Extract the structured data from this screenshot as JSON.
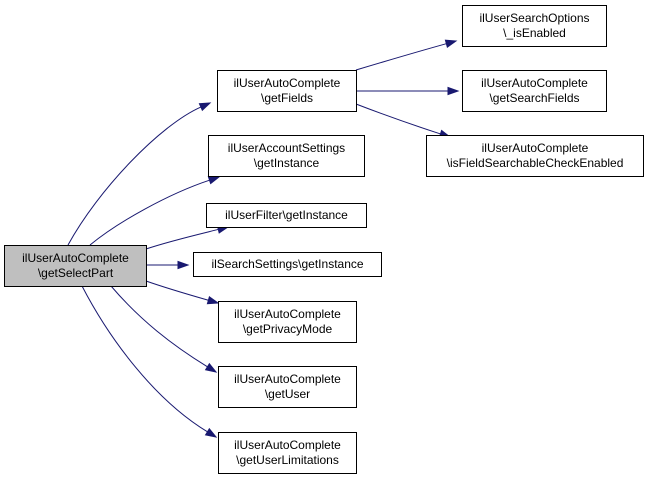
{
  "graph": {
    "colors": {
      "edge": "#191970",
      "root_fill": "#bfbfbf",
      "node_fill": "#ffffff",
      "border": "#000000"
    },
    "nodes": [
      {
        "id": "root",
        "lines": [
          "ilUserAutoComplete",
          "\\getSelectPart"
        ],
        "root": true
      },
      {
        "id": "getFields",
        "lines": [
          "ilUserAutoComplete",
          "\\getFields"
        ]
      },
      {
        "id": "accountSettings",
        "lines": [
          "ilUserAccountSettings",
          "\\getInstance"
        ]
      },
      {
        "id": "userFilter",
        "lines": [
          "ilUserFilter\\getInstance"
        ]
      },
      {
        "id": "searchSettings",
        "lines": [
          "ilSearchSettings\\getInstance"
        ]
      },
      {
        "id": "privacyMode",
        "lines": [
          "ilUserAutoComplete",
          "\\getPrivacyMode"
        ]
      },
      {
        "id": "getUser",
        "lines": [
          "ilUserAutoComplete",
          "\\getUser"
        ]
      },
      {
        "id": "userLimitations",
        "lines": [
          "ilUserAutoComplete",
          "\\getUserLimitations"
        ]
      },
      {
        "id": "searchOptions",
        "lines": [
          "ilUserSearchOptions",
          "\\_isEnabled"
        ]
      },
      {
        "id": "searchFields",
        "lines": [
          "ilUserAutoComplete",
          "\\getSearchFields"
        ]
      },
      {
        "id": "fieldSearchable",
        "lines": [
          "ilUserAutoComplete",
          "\\isFieldSearchableCheckEnabled"
        ]
      }
    ],
    "edges": [
      {
        "from": "root",
        "to": "getFields"
      },
      {
        "from": "root",
        "to": "accountSettings"
      },
      {
        "from": "root",
        "to": "userFilter"
      },
      {
        "from": "root",
        "to": "searchSettings"
      },
      {
        "from": "root",
        "to": "privacyMode"
      },
      {
        "from": "root",
        "to": "getUser"
      },
      {
        "from": "root",
        "to": "userLimitations"
      },
      {
        "from": "getFields",
        "to": "searchOptions"
      },
      {
        "from": "getFields",
        "to": "searchFields"
      },
      {
        "from": "getFields",
        "to": "fieldSearchable"
      }
    ]
  }
}
